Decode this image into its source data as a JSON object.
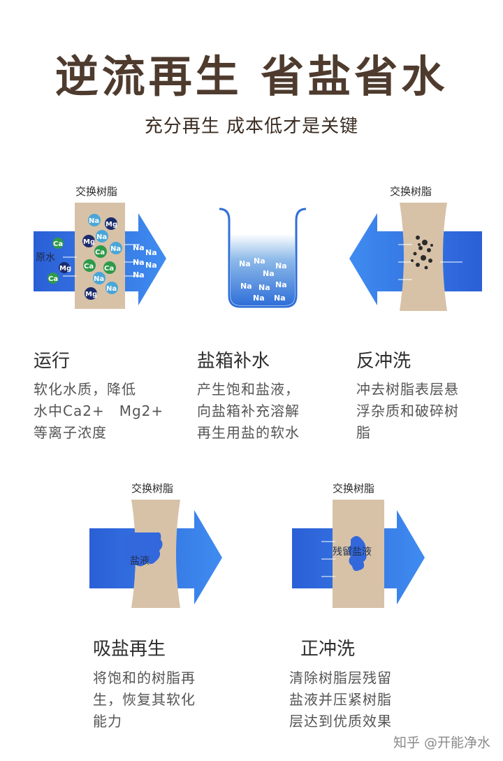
{
  "header": {
    "title": "逆流再生 省盐省水",
    "subtitle": "充分再生 成本低才是关键"
  },
  "labels": {
    "resin": "交换树脂",
    "raw_water": "原水",
    "brine": "盐液",
    "residual_brine": "残留盐液"
  },
  "ions": {
    "na": "Na",
    "mg": "Mg",
    "ca": "Ca"
  },
  "steps": [
    {
      "title": "运行",
      "desc": [
        "软化水质，降低",
        "水中Ca2+　Mg2+",
        "等离子浓度"
      ]
    },
    {
      "title": "盐箱补水",
      "desc": [
        "产生饱和盐液，",
        "向盐箱补充溶解",
        "再生用盐的软水"
      ]
    },
    {
      "title": "反冲洗",
      "desc": [
        "冲去树脂表层悬",
        "浮杂质和破碎树",
        "脂"
      ]
    },
    {
      "title": "吸盐再生",
      "desc": [
        "将饱和的树脂再",
        "生，恢复其软化",
        "能力"
      ]
    },
    {
      "title": "正冲洗",
      "desc": [
        "清除树脂层残留",
        "盐液并压紧树脂",
        "层达到优质效果"
      ]
    }
  ],
  "watermark": "知乎 @开能净水",
  "colors": {
    "title": "#4e3b2e",
    "arrow_blue": "#2f6fe0",
    "resin_beige": "#d7c2a8",
    "na_ion": "#4aa6d8",
    "mg_ion": "#1c2b6b",
    "ca_ion": "#2e9a4a"
  }
}
